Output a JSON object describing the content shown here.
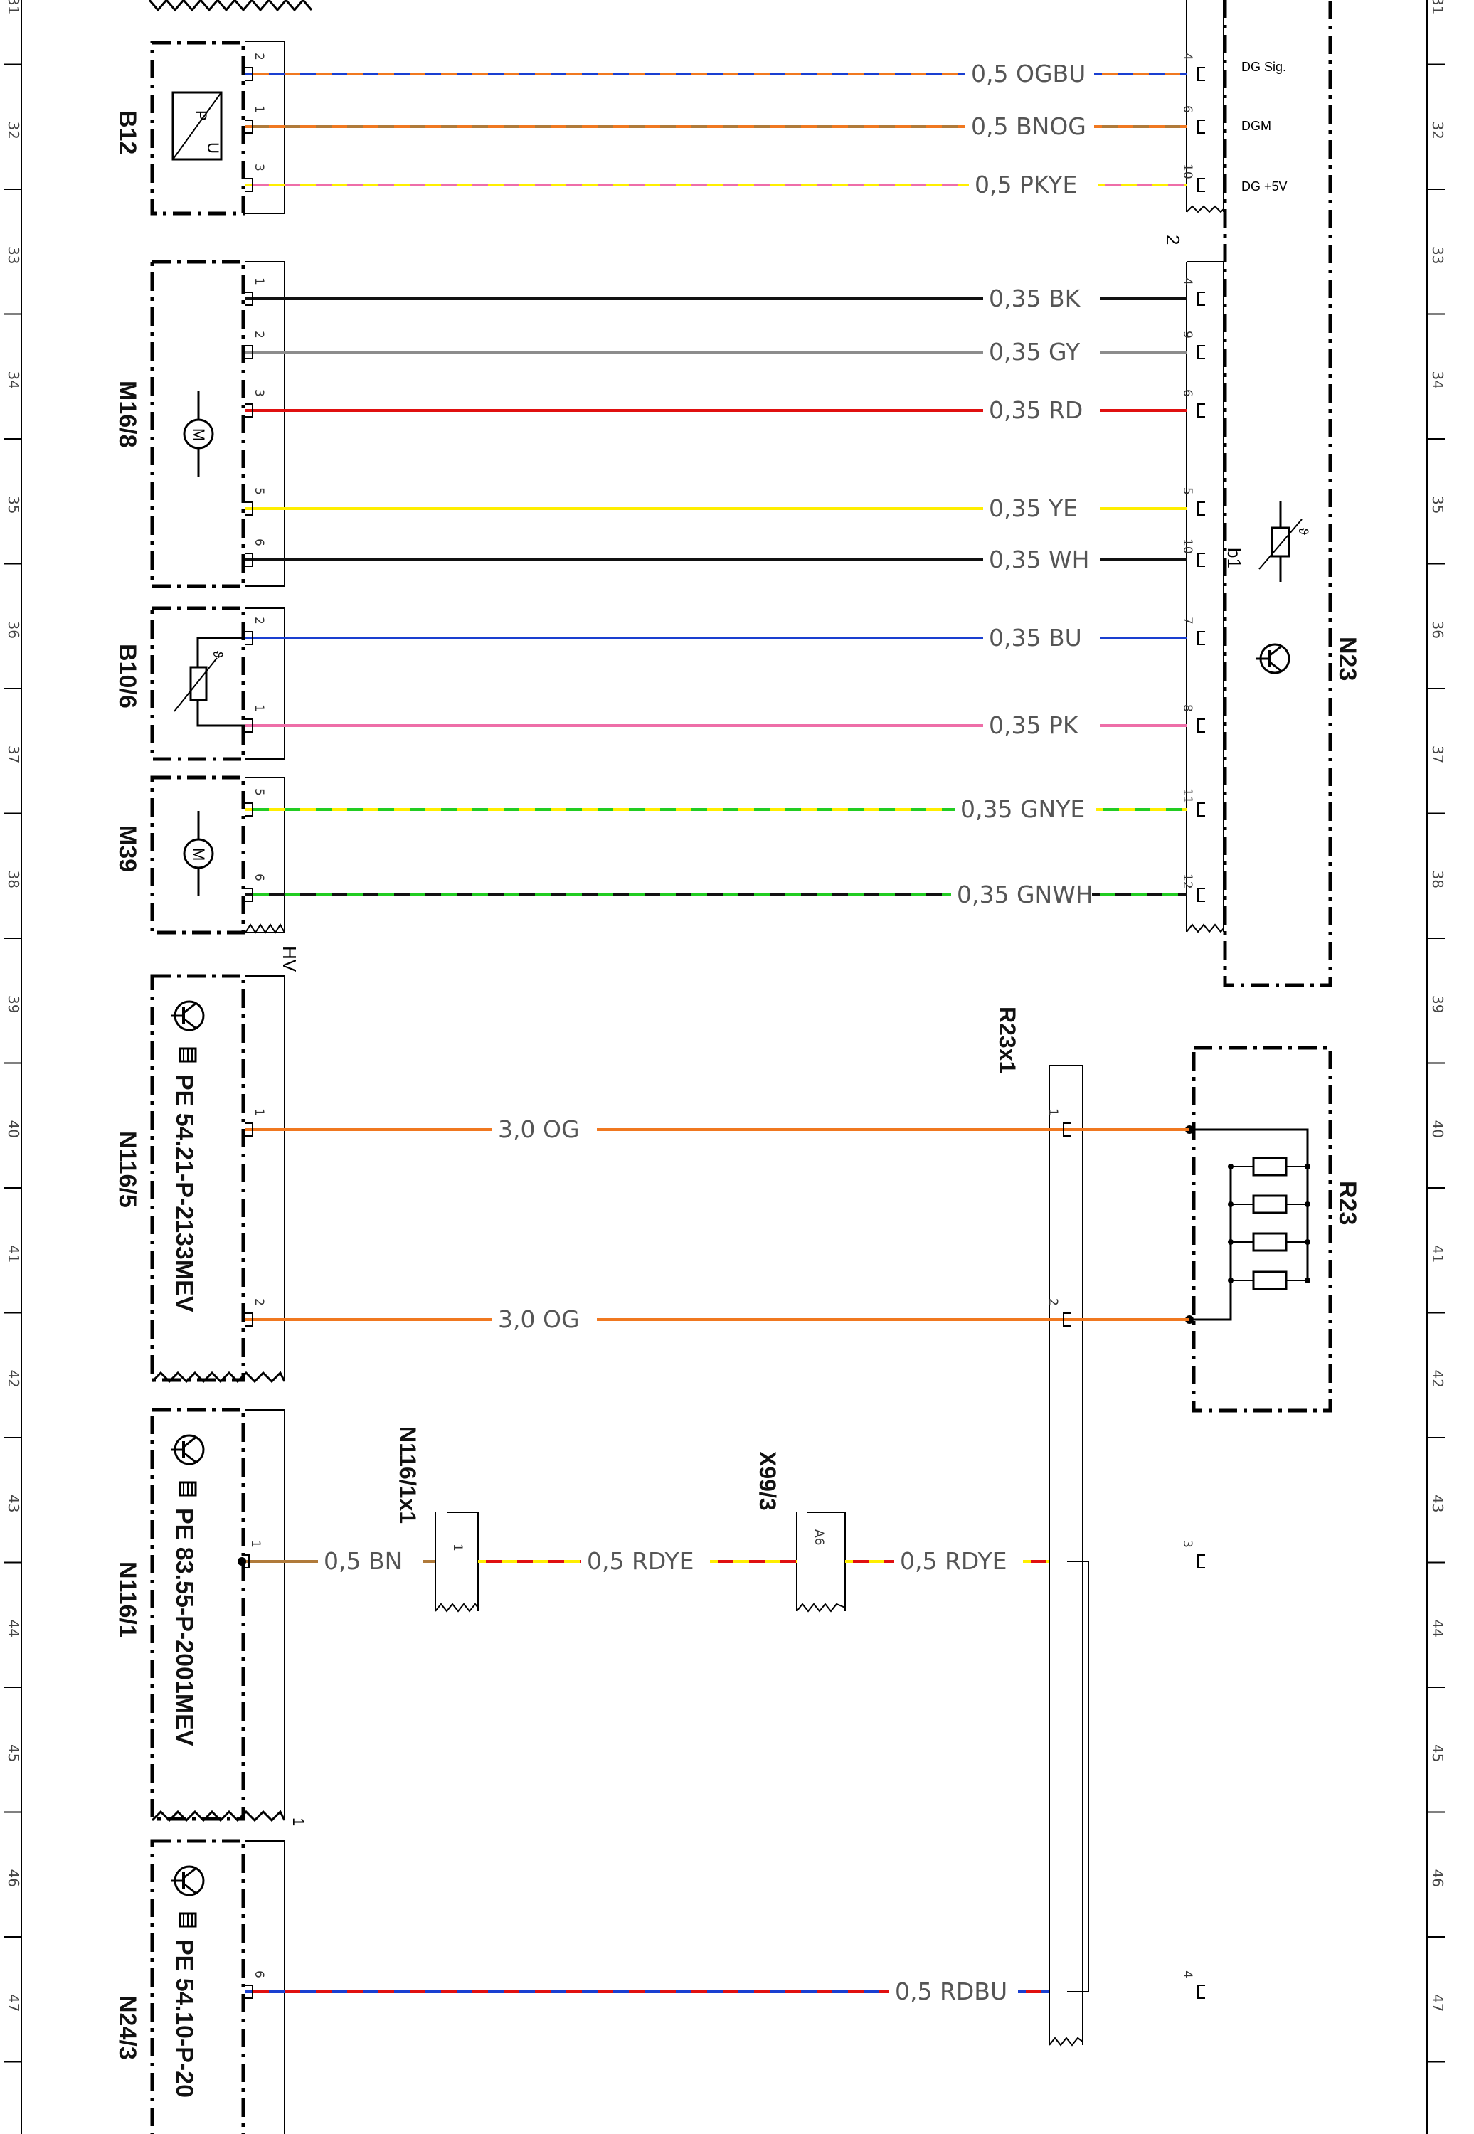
{
  "colors": {
    "OG": "#f07820",
    "BU": "#1a3fd0",
    "BN": "#b07a3a",
    "PK": "#ee6ea8",
    "YE": "#ffee00",
    "BK": "#111111",
    "GY": "#8c8c8c",
    "RD": "#e01010",
    "WH": "#111111",
    "GN": "#22cc22"
  },
  "ruler": [
    "31",
    "32",
    "33",
    "34",
    "35",
    "36",
    "37",
    "38",
    "39",
    "40",
    "41",
    "42",
    "43",
    "44",
    "45",
    "46",
    "47"
  ],
  "components": {
    "b12": "B12",
    "m16_8": "M16/8",
    "b10_6": "B10/6",
    "m39": "M39",
    "n116_5": "N116/5",
    "n116_5_ref": "PE 54.21-P-2133MEV",
    "n116_1": "N116/1",
    "n116_1_ref": "PE 83.55-P-2001MEV",
    "n24_3": "N24/3",
    "n24_3_ref": "PE 54.10-P-20",
    "n23": "N23",
    "r23": "R23",
    "r23x1": "R23x1",
    "n116_1x1": "N116/1x1",
    "x99_3": "X99/3",
    "hv": "HV",
    "b1": "b1",
    "conn2": "2",
    "conn1": "1",
    "b12_p": "P",
    "b12_u": "U",
    "motor_m": "M",
    "x99_pin": "A6"
  },
  "n23_pins": {
    "dg_sig": "DG Sig.",
    "dgm": "DGM",
    "dg5v": "DG +5V"
  },
  "wires": [
    {
      "label": "0,5  OGBU",
      "left_pin": "2",
      "right_pin": "4"
    },
    {
      "label": "0,5  BNOG",
      "left_pin": "1",
      "right_pin": "6"
    },
    {
      "label": "0,5  PKYE",
      "left_pin": "3",
      "right_pin": "10"
    },
    {
      "label": "0,35  BK",
      "left_pin": "1",
      "right_pin": "4"
    },
    {
      "label": "0,35  GY",
      "left_pin": "2",
      "right_pin": "9"
    },
    {
      "label": "0,35  RD",
      "left_pin": "3",
      "right_pin": "6"
    },
    {
      "label": "0,35  YE",
      "left_pin": "5",
      "right_pin": "5"
    },
    {
      "label": "0,35  WH",
      "left_pin": "6",
      "right_pin": "10"
    },
    {
      "label": "0,35  BU",
      "left_pin": "2",
      "right_pin": "7"
    },
    {
      "label": "0,35  PK",
      "left_pin": "1",
      "right_pin": "8"
    },
    {
      "label": "0,35  GNYE",
      "left_pin": "5",
      "right_pin": "11"
    },
    {
      "label": "0,35  GNWH",
      "left_pin": "6",
      "right_pin": "12"
    },
    {
      "label": "3,0  OG",
      "left_pin": "1",
      "right_pin": "1"
    },
    {
      "label": "3,0  OG",
      "left_pin": "2",
      "right_pin": "2"
    },
    {
      "label": "0,5  BN",
      "left_pin": "1",
      "right_pin": "1"
    },
    {
      "label": "0,5  RDYE",
      "left_pin": "",
      "right_pin": ""
    },
    {
      "label": "0,5  RDYE",
      "left_pin": "",
      "right_pin": "3"
    },
    {
      "label": "0,5  RDBU",
      "left_pin": "6",
      "right_pin": "4"
    }
  ],
  "pin_4": "4"
}
